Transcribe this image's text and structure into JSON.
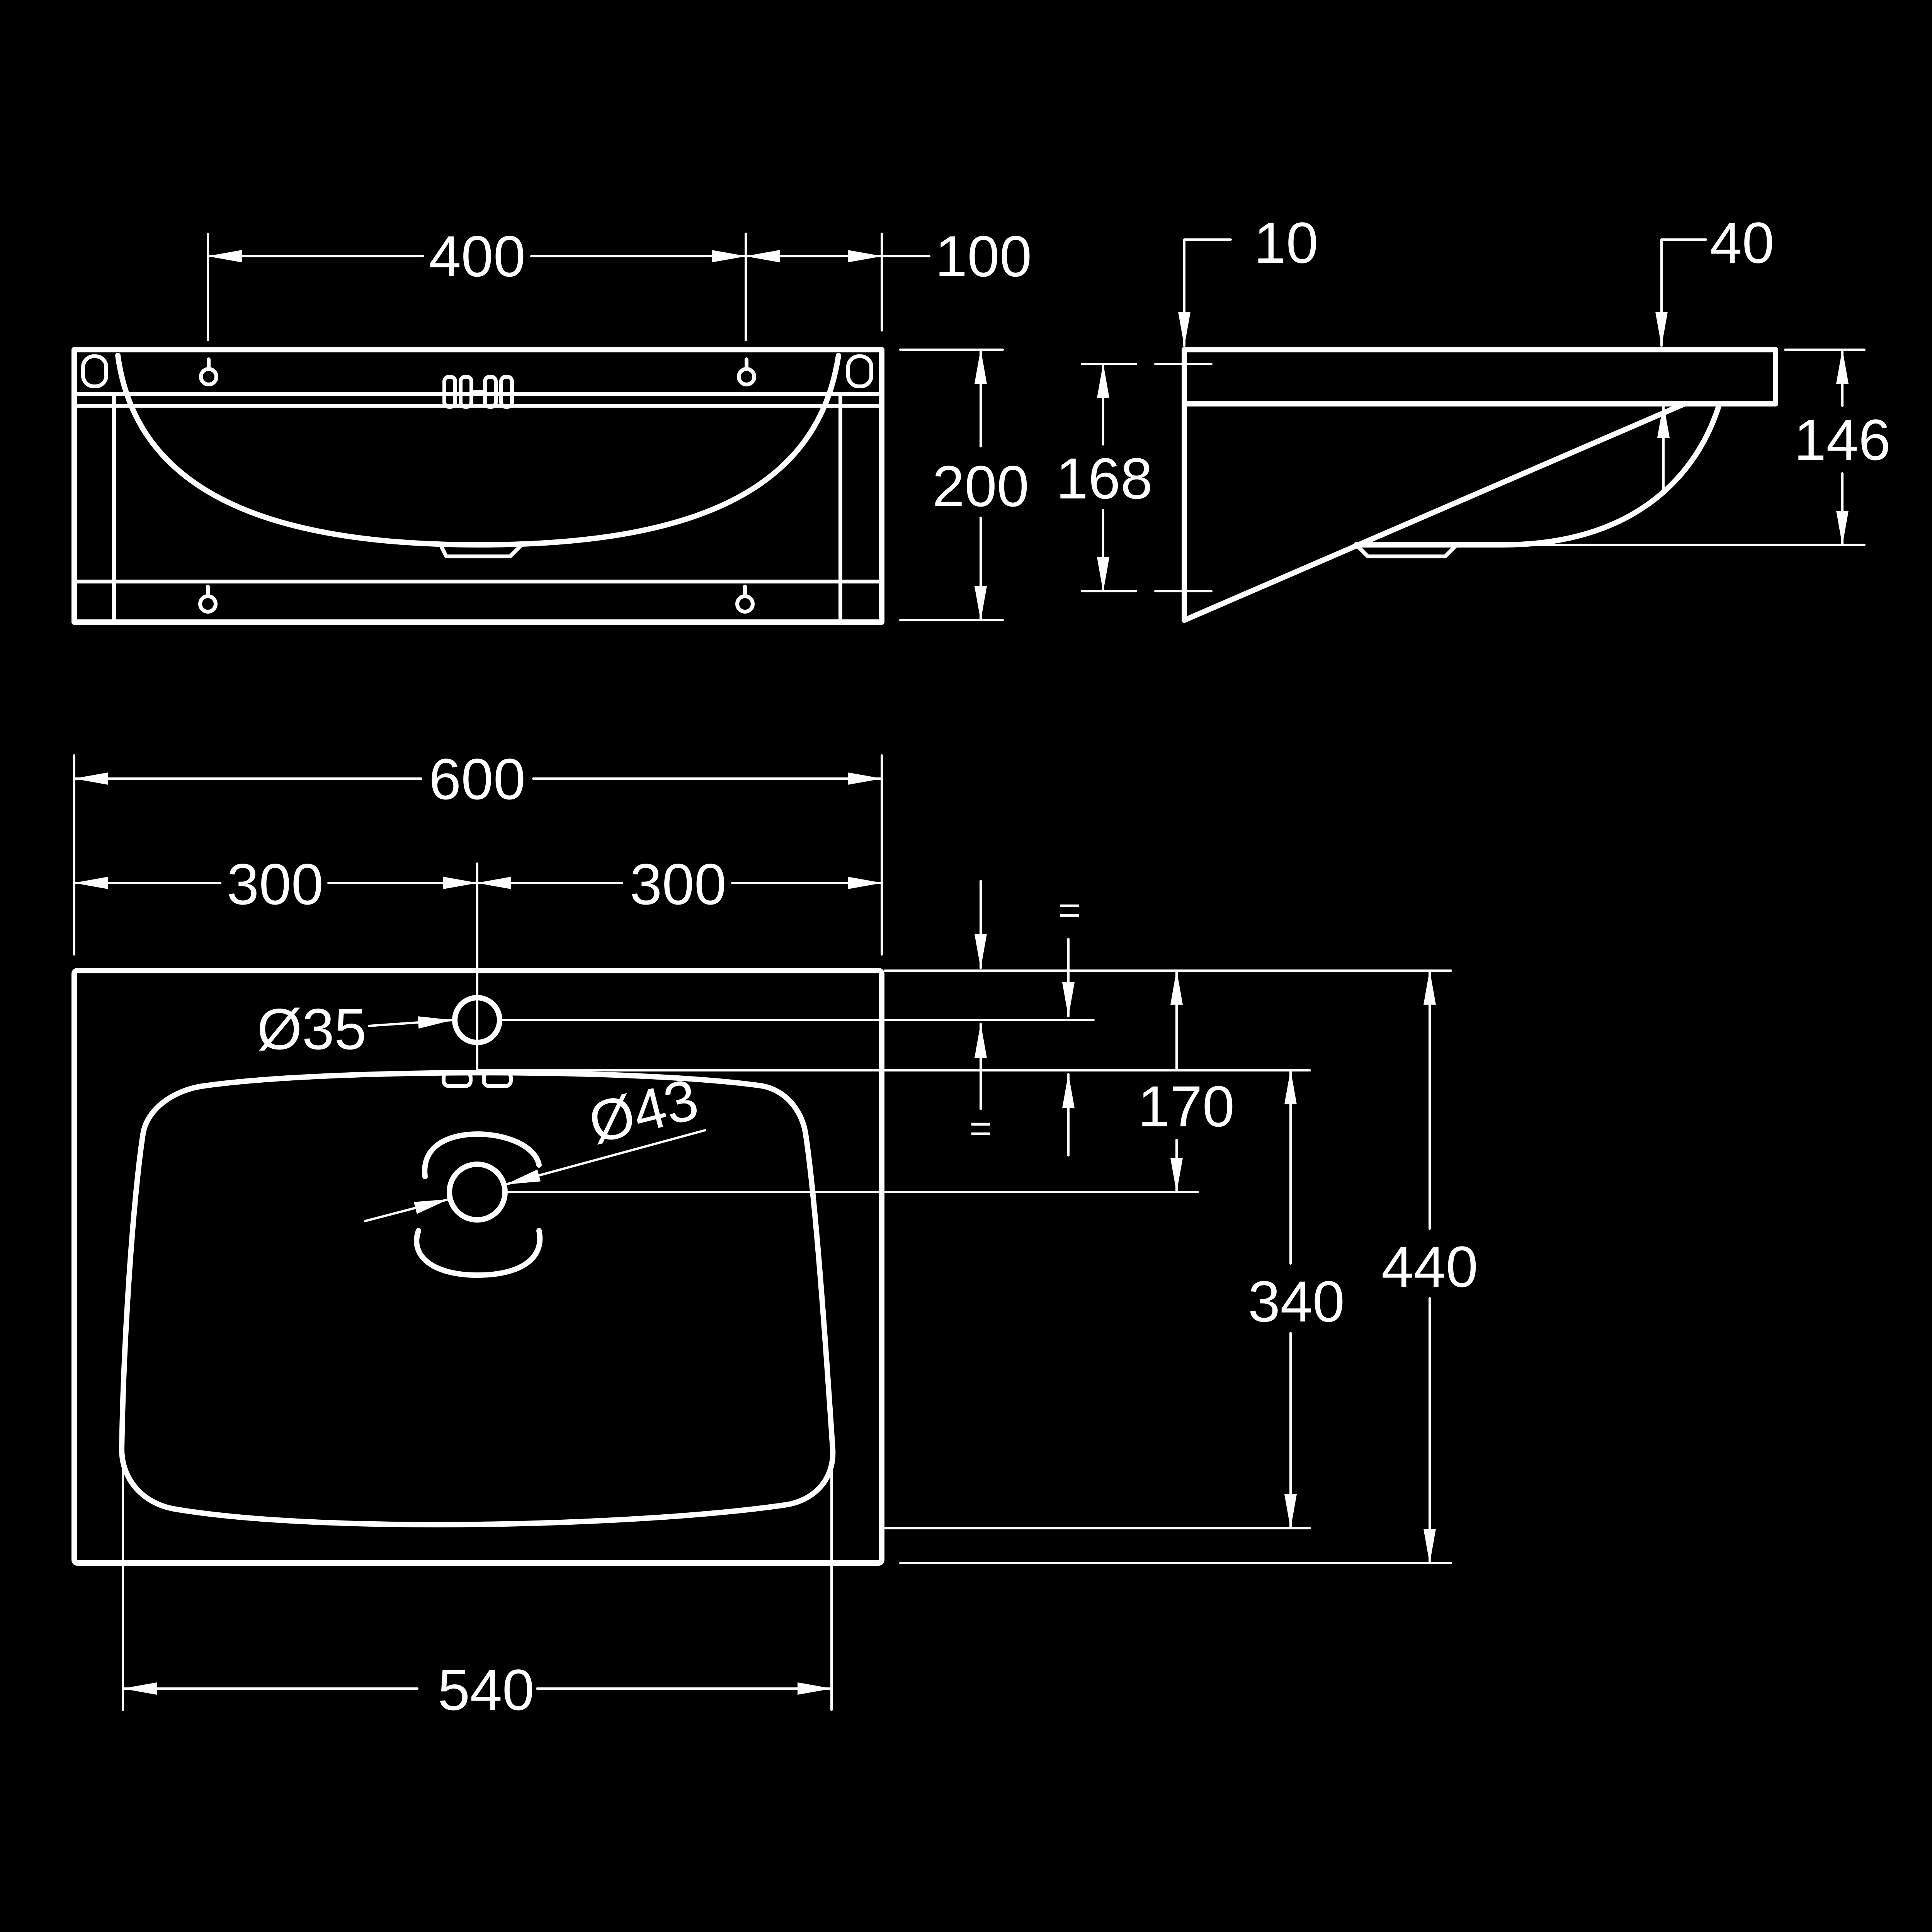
{
  "colors": {
    "background": "#000000",
    "line": "#ffffff"
  },
  "front_view": {
    "dims": {
      "wall_holes": "400",
      "offset_right": "100",
      "height": "200"
    }
  },
  "side_view": {
    "dims": {
      "top_left": "10",
      "top_right": "40",
      "left_height": "168",
      "right_height": "146"
    }
  },
  "top_view": {
    "dims": {
      "width": "600",
      "half_left": "300",
      "half_right": "300",
      "tap_hole": "Ø35",
      "waste_hole": "Ø43",
      "to_waste": "170",
      "bowl_depth": "340",
      "total_depth": "440",
      "bowl_width": "540",
      "equal_upper": "=",
      "equal_lower": "="
    }
  }
}
